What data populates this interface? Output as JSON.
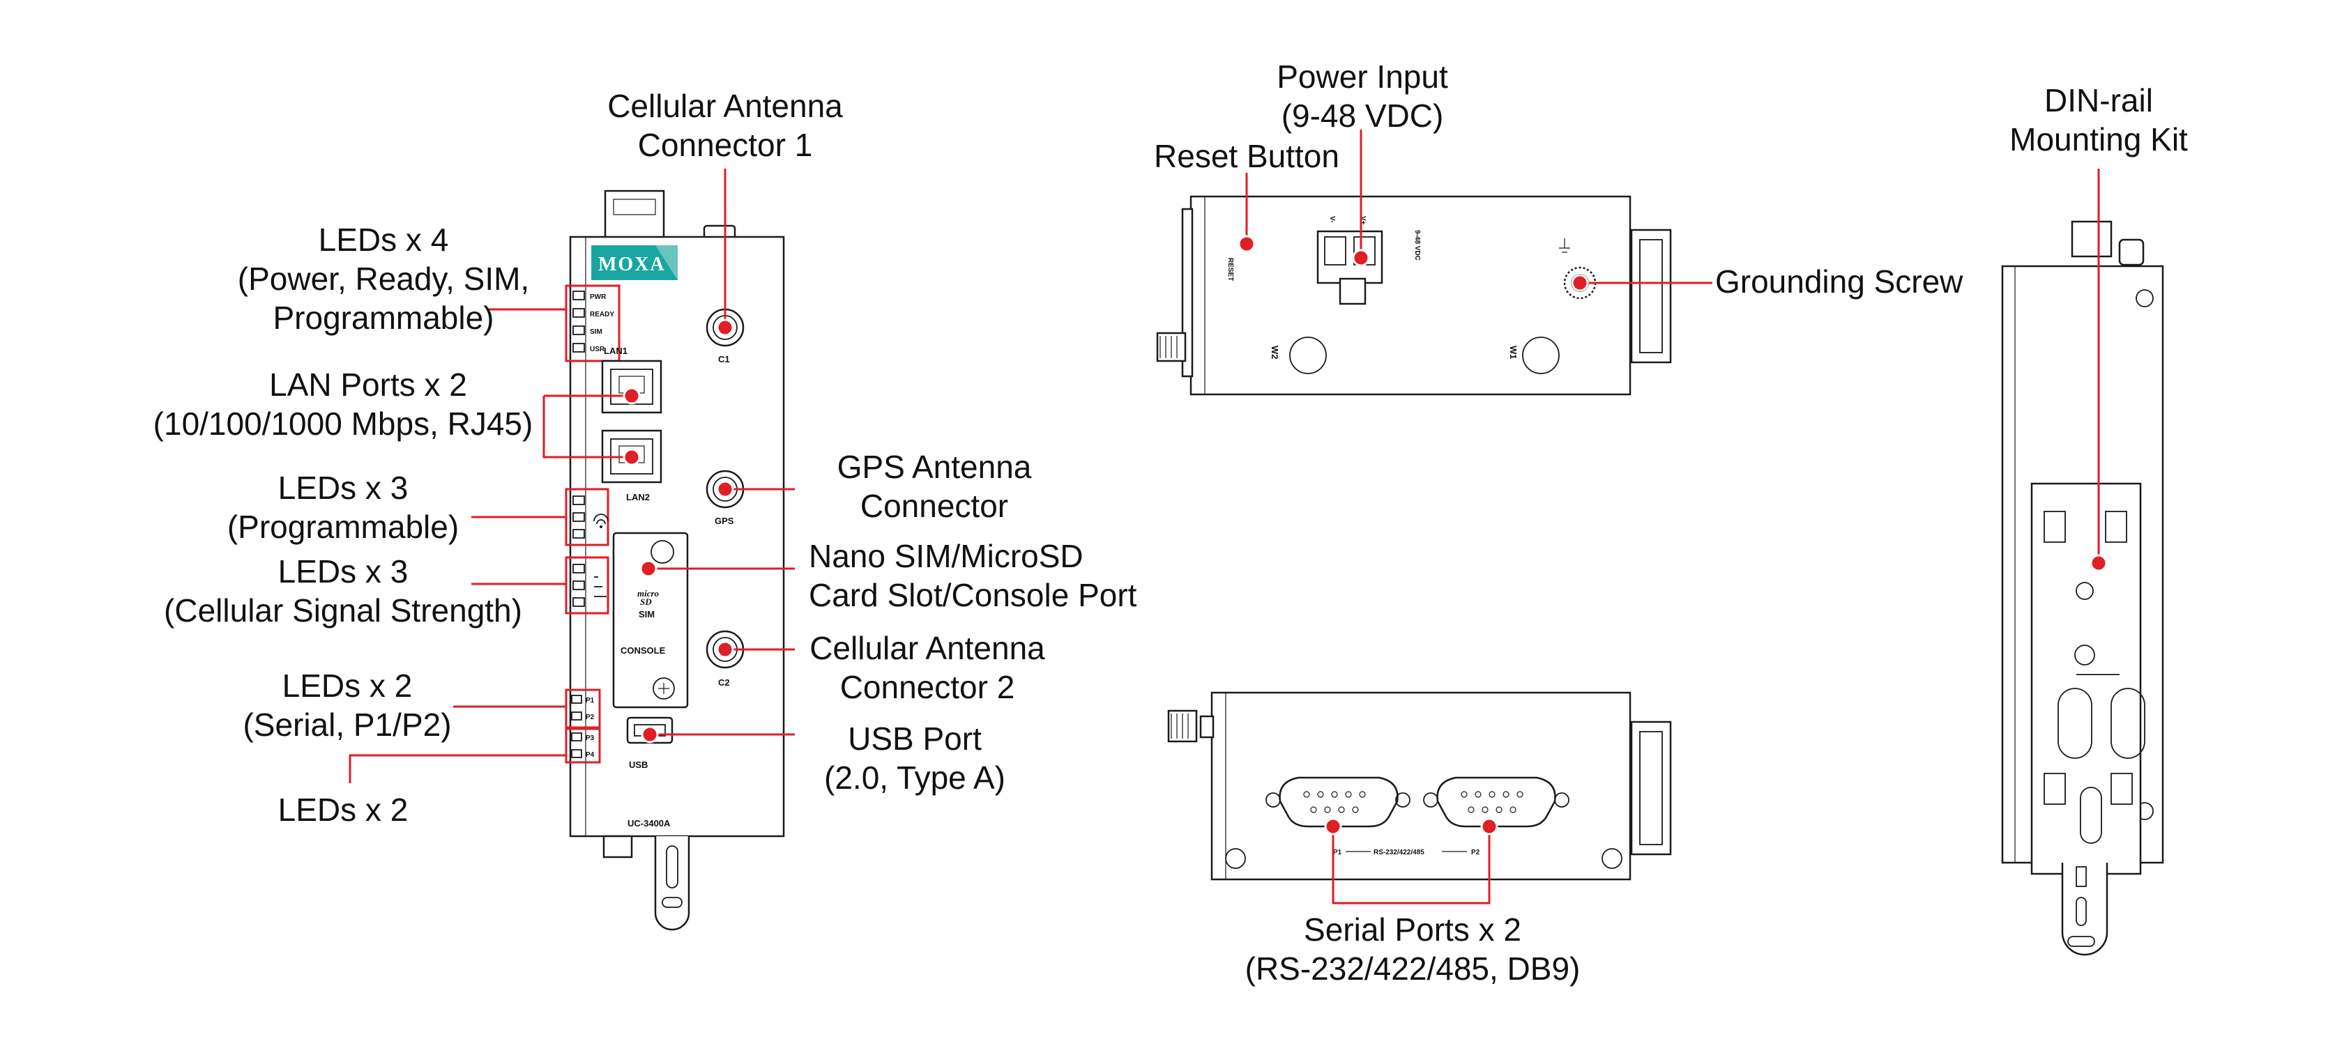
{
  "brand": {
    "logo_text": "MOXA",
    "model": "UC-3400A",
    "accent_color": "#e01e26",
    "logo_color": "#1aa6a0"
  },
  "front_panel": {
    "led_labels": [
      "PWR",
      "READY",
      "SIM",
      "USR"
    ],
    "lan1": "LAN1",
    "lan2": "LAN2",
    "c1": "C1",
    "gps": "GPS",
    "c2": "C2",
    "micro": "micro",
    "sd": "SD",
    "sim": "SIM",
    "console": "CONSOLE",
    "serial_leds": [
      "P1",
      "P2",
      "P3",
      "P4"
    ],
    "usb": "USB"
  },
  "top_panel": {
    "reset": "RESET",
    "v_minus": "V-",
    "v_plus": "V+",
    "vdc": "9-48 VDC",
    "w2": "W2",
    "w1": "W1"
  },
  "bottom_panel": {
    "p1": "P1",
    "rs_text": "RS-232/422/485",
    "p2": "P2"
  },
  "callouts": {
    "cellular_antenna_1": [
      "Cellular Antenna",
      "Connector 1"
    ],
    "leds_x4": [
      "LEDs x 4",
      "(Power, Ready, SIM,",
      "Programmable)"
    ],
    "lan_ports": [
      "LAN Ports x 2",
      "(10/100/1000 Mbps, RJ45)"
    ],
    "leds_x3_prog": [
      "LEDs x 3",
      "(Programmable)"
    ],
    "leds_x3_cell": [
      "LEDs x 3",
      "(Cellular Signal Strength)"
    ],
    "leds_x2_serial": [
      "LEDs x 2",
      "(Serial, P1/P2)"
    ],
    "leds_x2": [
      "LEDs x 2"
    ],
    "gps_antenna": [
      "GPS Antenna",
      "Connector"
    ],
    "sim_slot": [
      "Nano SIM/MicroSD",
      "Card Slot/Console Port"
    ],
    "cellular_antenna_2": [
      "Cellular Antenna",
      "Connector 2"
    ],
    "usb_port": [
      "USB Port",
      "(2.0, Type A)"
    ],
    "power_input": [
      "Power Input",
      "(9-48 VDC)"
    ],
    "reset_button": [
      "Reset Button"
    ],
    "grounding_screw": [
      "Grounding Screw"
    ],
    "serial_ports": [
      "Serial Ports x 2",
      "(RS-232/422/485, DB9)"
    ],
    "din_rail": [
      "DIN-rail",
      "Mounting Kit"
    ]
  }
}
